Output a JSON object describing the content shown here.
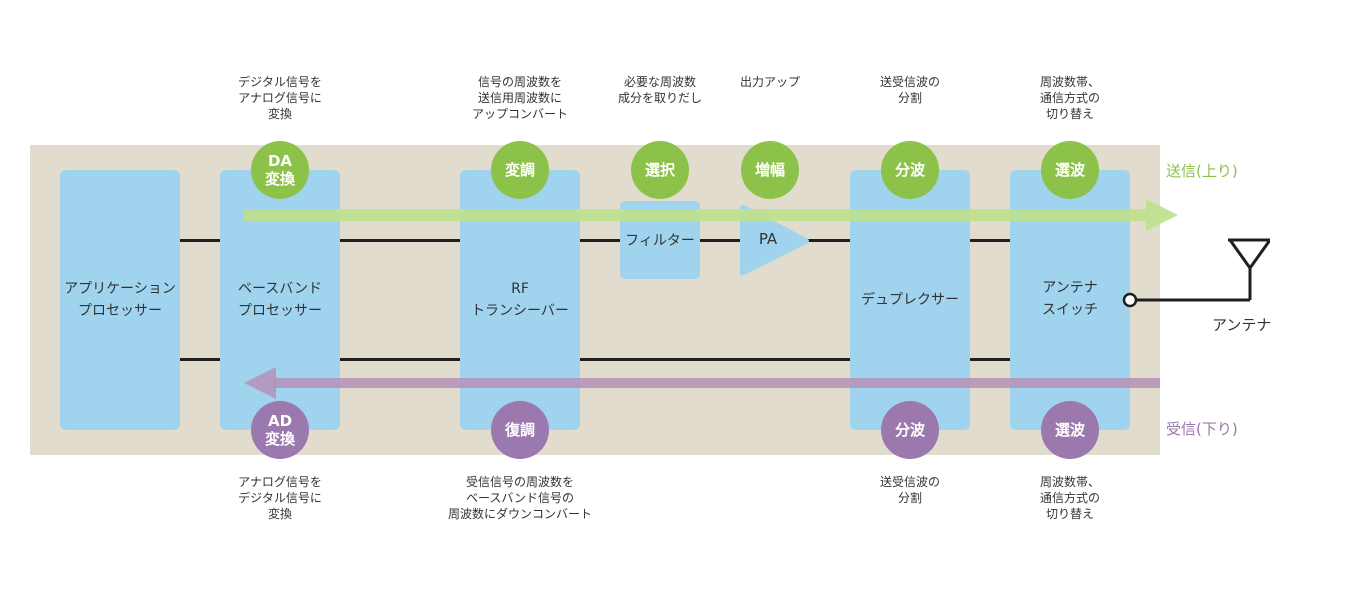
{
  "blocks": {
    "app": [
      "アプリケーション",
      "プロセッサー"
    ],
    "baseband": [
      "ベースバンド",
      "プロセッサー"
    ],
    "rf": [
      "RF",
      "トランシーバー"
    ],
    "duplexer": [
      "デュプレクサー"
    ],
    "switch": [
      "アンテナ",
      "スイッチ"
    ]
  },
  "filter_label": "フィルター",
  "pa_label": "PA",
  "tx_circles": {
    "da": [
      "DA",
      "変換"
    ],
    "modulation": [
      "変調"
    ],
    "select": [
      "選択"
    ],
    "amplify": [
      "増幅"
    ],
    "split": [
      "分波"
    ],
    "select_wave": [
      "選波"
    ]
  },
  "rx_circles": {
    "ad": [
      "AD",
      "変換"
    ],
    "demodulation": [
      "復調"
    ],
    "split": [
      "分波"
    ],
    "select_wave": [
      "選波"
    ]
  },
  "tx_descriptions": {
    "da": [
      "デジタル信号を",
      "アナログ信号に",
      "変換"
    ],
    "modulation": [
      "信号の周波数を",
      "送信用周波数に",
      "アップコンバート"
    ],
    "select": [
      "必要な周波数",
      "成分を取りだし"
    ],
    "amplify": [
      "出力アップ"
    ],
    "split": [
      "送受信波の",
      "分割"
    ],
    "select_wave": [
      "周波数帯、",
      "通信方式の",
      "切り替え"
    ]
  },
  "rx_descriptions": {
    "ad": [
      "アナログ信号を",
      "デジタル信号に",
      "変換"
    ],
    "demodulation": [
      "受信信号の周波数を",
      "ベースバンド信号の",
      "周波数にダウンコンバート"
    ],
    "split": [
      "送受信波の",
      "分割"
    ],
    "select_wave": [
      "周波数帯、",
      "通信方式の",
      "切り替え"
    ]
  },
  "direction_labels": {
    "tx": "送信(上り)",
    "rx": "受信(下り)"
  },
  "antenna_label": "アンテナ",
  "colors": {
    "tx": "#8dc24a",
    "rx": "#9b78ae",
    "tx_arrow": "#bfe08c",
    "rx_arrow": "#b491b7",
    "block": "#9fd3ee",
    "band": "#e1dccd",
    "wire": "#1f1f1f"
  }
}
